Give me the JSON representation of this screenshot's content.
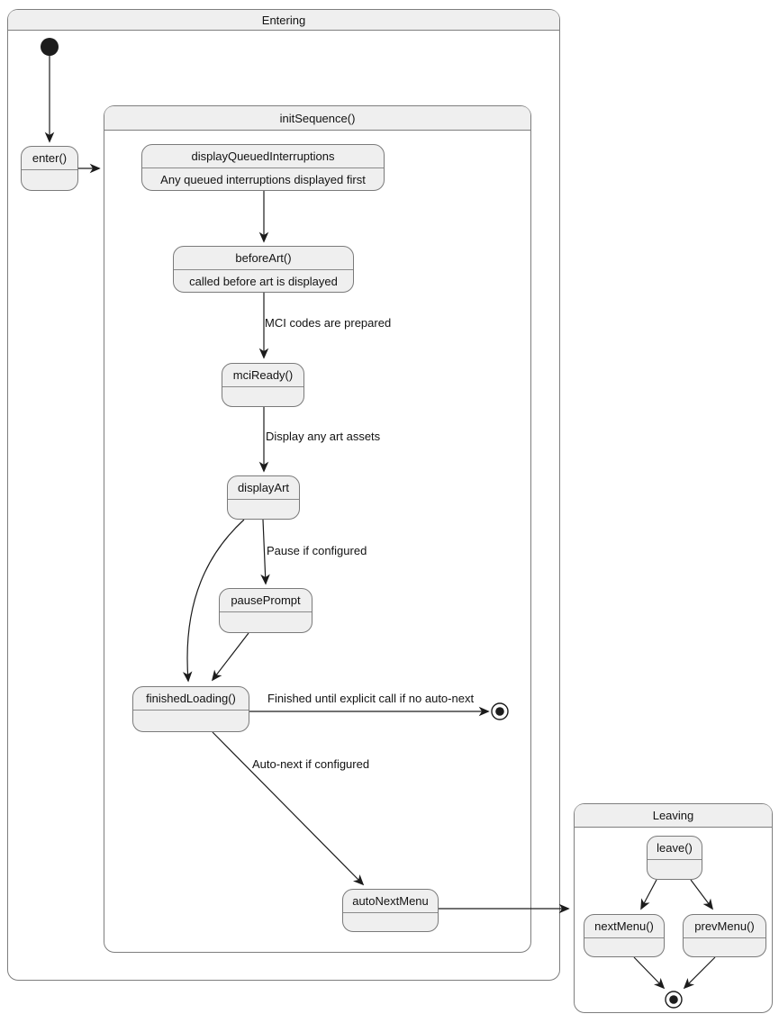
{
  "diagram_type": "uml-state-diagram",
  "containers": {
    "entering": {
      "title": "Entering"
    },
    "initSequence": {
      "title": "initSequence()"
    },
    "leaving": {
      "title": "Leaving"
    }
  },
  "states": {
    "enter": {
      "title": "enter()",
      "description": ""
    },
    "displayQueuedInterruptions": {
      "title": "displayQueuedInterruptions",
      "description": "Any queued interruptions displayed first"
    },
    "beforeArt": {
      "title": "beforeArt()",
      "description": "called before art is displayed"
    },
    "mciReady": {
      "title": "mciReady()",
      "description": ""
    },
    "displayArt": {
      "title": "displayArt",
      "description": ""
    },
    "pausePrompt": {
      "title": "pausePrompt",
      "description": ""
    },
    "finishedLoading": {
      "title": "finishedLoading()",
      "description": ""
    },
    "autoNextMenu": {
      "title": "autoNextMenu",
      "description": ""
    },
    "leave": {
      "title": "leave()",
      "description": ""
    },
    "nextMenu": {
      "title": "nextMenu()",
      "description": ""
    },
    "prevMenu": {
      "title": "prevMenu()",
      "description": ""
    }
  },
  "edge_labels": {
    "mci_codes": "MCI codes are prepared",
    "display_art_assets": "Display any art assets",
    "pause_if_configured": "Pause if configured",
    "finished_until": "Finished until explicit call if no auto-next",
    "auto_next": "Auto-next if configured"
  },
  "transitions": [
    {
      "from": "initial",
      "to": "enter()",
      "label": ""
    },
    {
      "from": "enter()",
      "to": "initSequence()",
      "label": ""
    },
    {
      "from": "displayQueuedInterruptions",
      "to": "beforeArt()",
      "label": ""
    },
    {
      "from": "beforeArt()",
      "to": "mciReady()",
      "label": "MCI codes are prepared"
    },
    {
      "from": "mciReady()",
      "to": "displayArt",
      "label": "Display any art assets"
    },
    {
      "from": "displayArt",
      "to": "pausePrompt",
      "label": "Pause if configured"
    },
    {
      "from": "displayArt",
      "to": "finishedLoading()",
      "label": ""
    },
    {
      "from": "pausePrompt",
      "to": "finishedLoading()",
      "label": ""
    },
    {
      "from": "finishedLoading()",
      "to": "final-entering",
      "label": "Finished until explicit call if no auto-next"
    },
    {
      "from": "finishedLoading()",
      "to": "autoNextMenu",
      "label": "Auto-next if configured"
    },
    {
      "from": "autoNextMenu",
      "to": "Leaving",
      "label": ""
    },
    {
      "from": "leave()",
      "to": "nextMenu()",
      "label": ""
    },
    {
      "from": "leave()",
      "to": "prevMenu()",
      "label": ""
    },
    {
      "from": "nextMenu()",
      "to": "final-leaving",
      "label": ""
    },
    {
      "from": "prevMenu()",
      "to": "final-leaving",
      "label": ""
    }
  ],
  "colors": {
    "state_fill": "#efefef",
    "state_border": "#7a7a7a",
    "container_header_fill": "#efefef",
    "container_border": "#7e7e7e",
    "edge_line": "#1c1c1c",
    "text": "#121212",
    "background": "#ffffff"
  }
}
